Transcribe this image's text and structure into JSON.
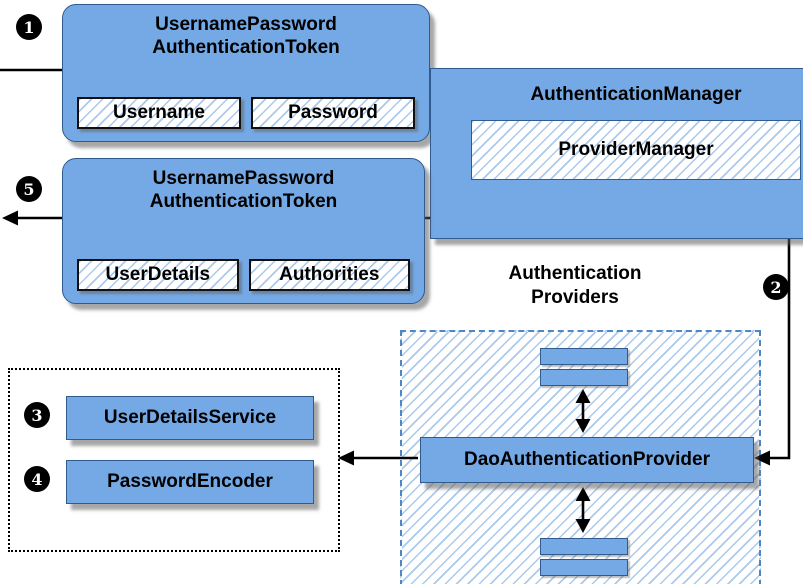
{
  "step_badges": [
    "1",
    "2",
    "3",
    "4",
    "5"
  ],
  "request_token": {
    "title_line1": "UsernamePassword",
    "title_line2": "AuthenticationToken",
    "fields": [
      "Username",
      "Password"
    ]
  },
  "authentication_manager": {
    "title": "AuthenticationManager",
    "provider_manager": "ProviderManager"
  },
  "result_token": {
    "title_line1": "UsernamePassword",
    "title_line2": "AuthenticationToken",
    "fields": [
      "UserDetails",
      "Authorities"
    ]
  },
  "authentication_providers": {
    "label_line1": "Authentication",
    "label_line2": "Providers",
    "dao_provider": "DaoAuthenticationProvider"
  },
  "services": {
    "user_details_service": "UserDetailsService",
    "password_encoder": "PasswordEncoder"
  },
  "colors": {
    "box_fill": "#74a9e6",
    "box_border": "#2f5b8f",
    "hatch_line": "#aac9ec",
    "panel_dash": "#4f87c6",
    "arrow": "#000000"
  }
}
